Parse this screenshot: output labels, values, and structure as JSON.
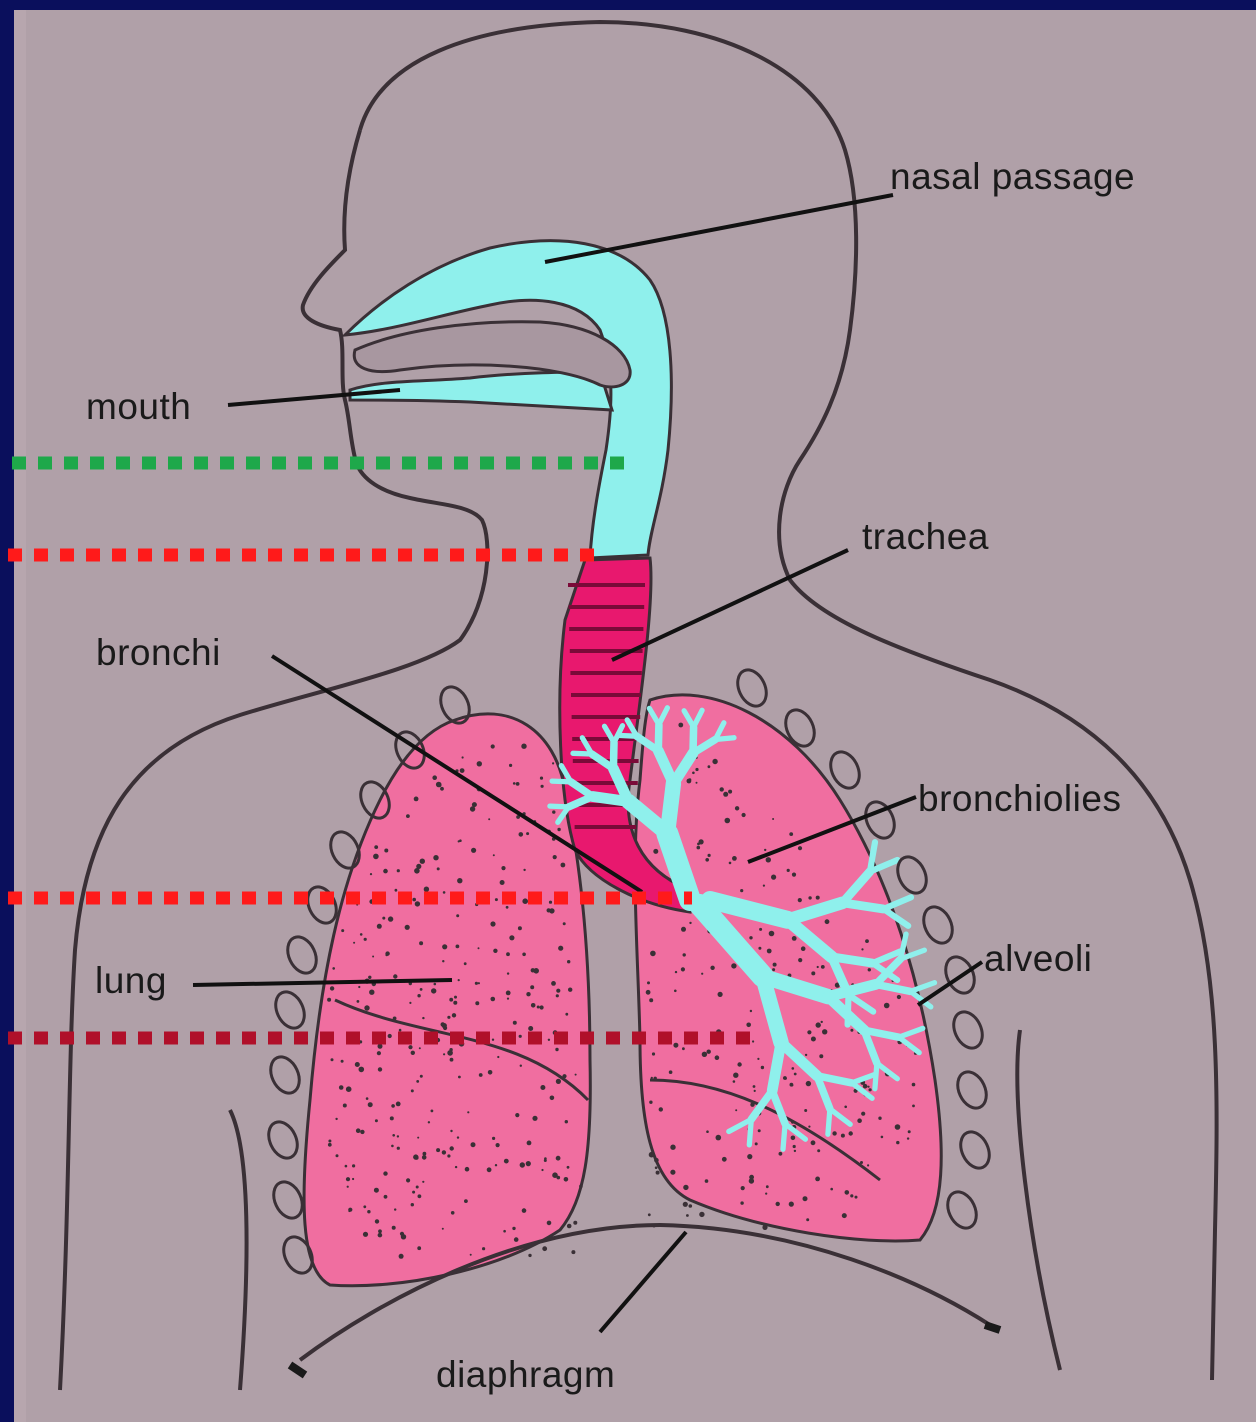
{
  "colors": {
    "background": "#b0a0a8",
    "frame": "#0a0f5c",
    "outline": "#3a3036",
    "airway": "#8ff0ec",
    "lung": "#f06ea0",
    "trachea": "#e8186e",
    "leader_line": "#111111",
    "dotted_green": "#1ea84a",
    "dotted_red": "#ff1a1a",
    "dotted_darkred": "#b0102a"
  },
  "labels": {
    "nasal_passage": "nasal passage",
    "mouth": "mouth",
    "trachea": "trachea",
    "bronchi": "bronchi",
    "bronchioles": "bronchiolies",
    "alveoli": "alveoli",
    "lung": "lung",
    "diaphragm": "diaphragm"
  },
  "reference_lines": [
    {
      "name": "upper-airway-boundary",
      "color": "green",
      "style": "dotted"
    },
    {
      "name": "trachea-top-boundary",
      "color": "red",
      "style": "dotted"
    },
    {
      "name": "bronchi-boundary",
      "color": "red",
      "style": "dotted"
    },
    {
      "name": "lung-level-boundary",
      "color": "dark-red",
      "style": "dotted"
    }
  ]
}
